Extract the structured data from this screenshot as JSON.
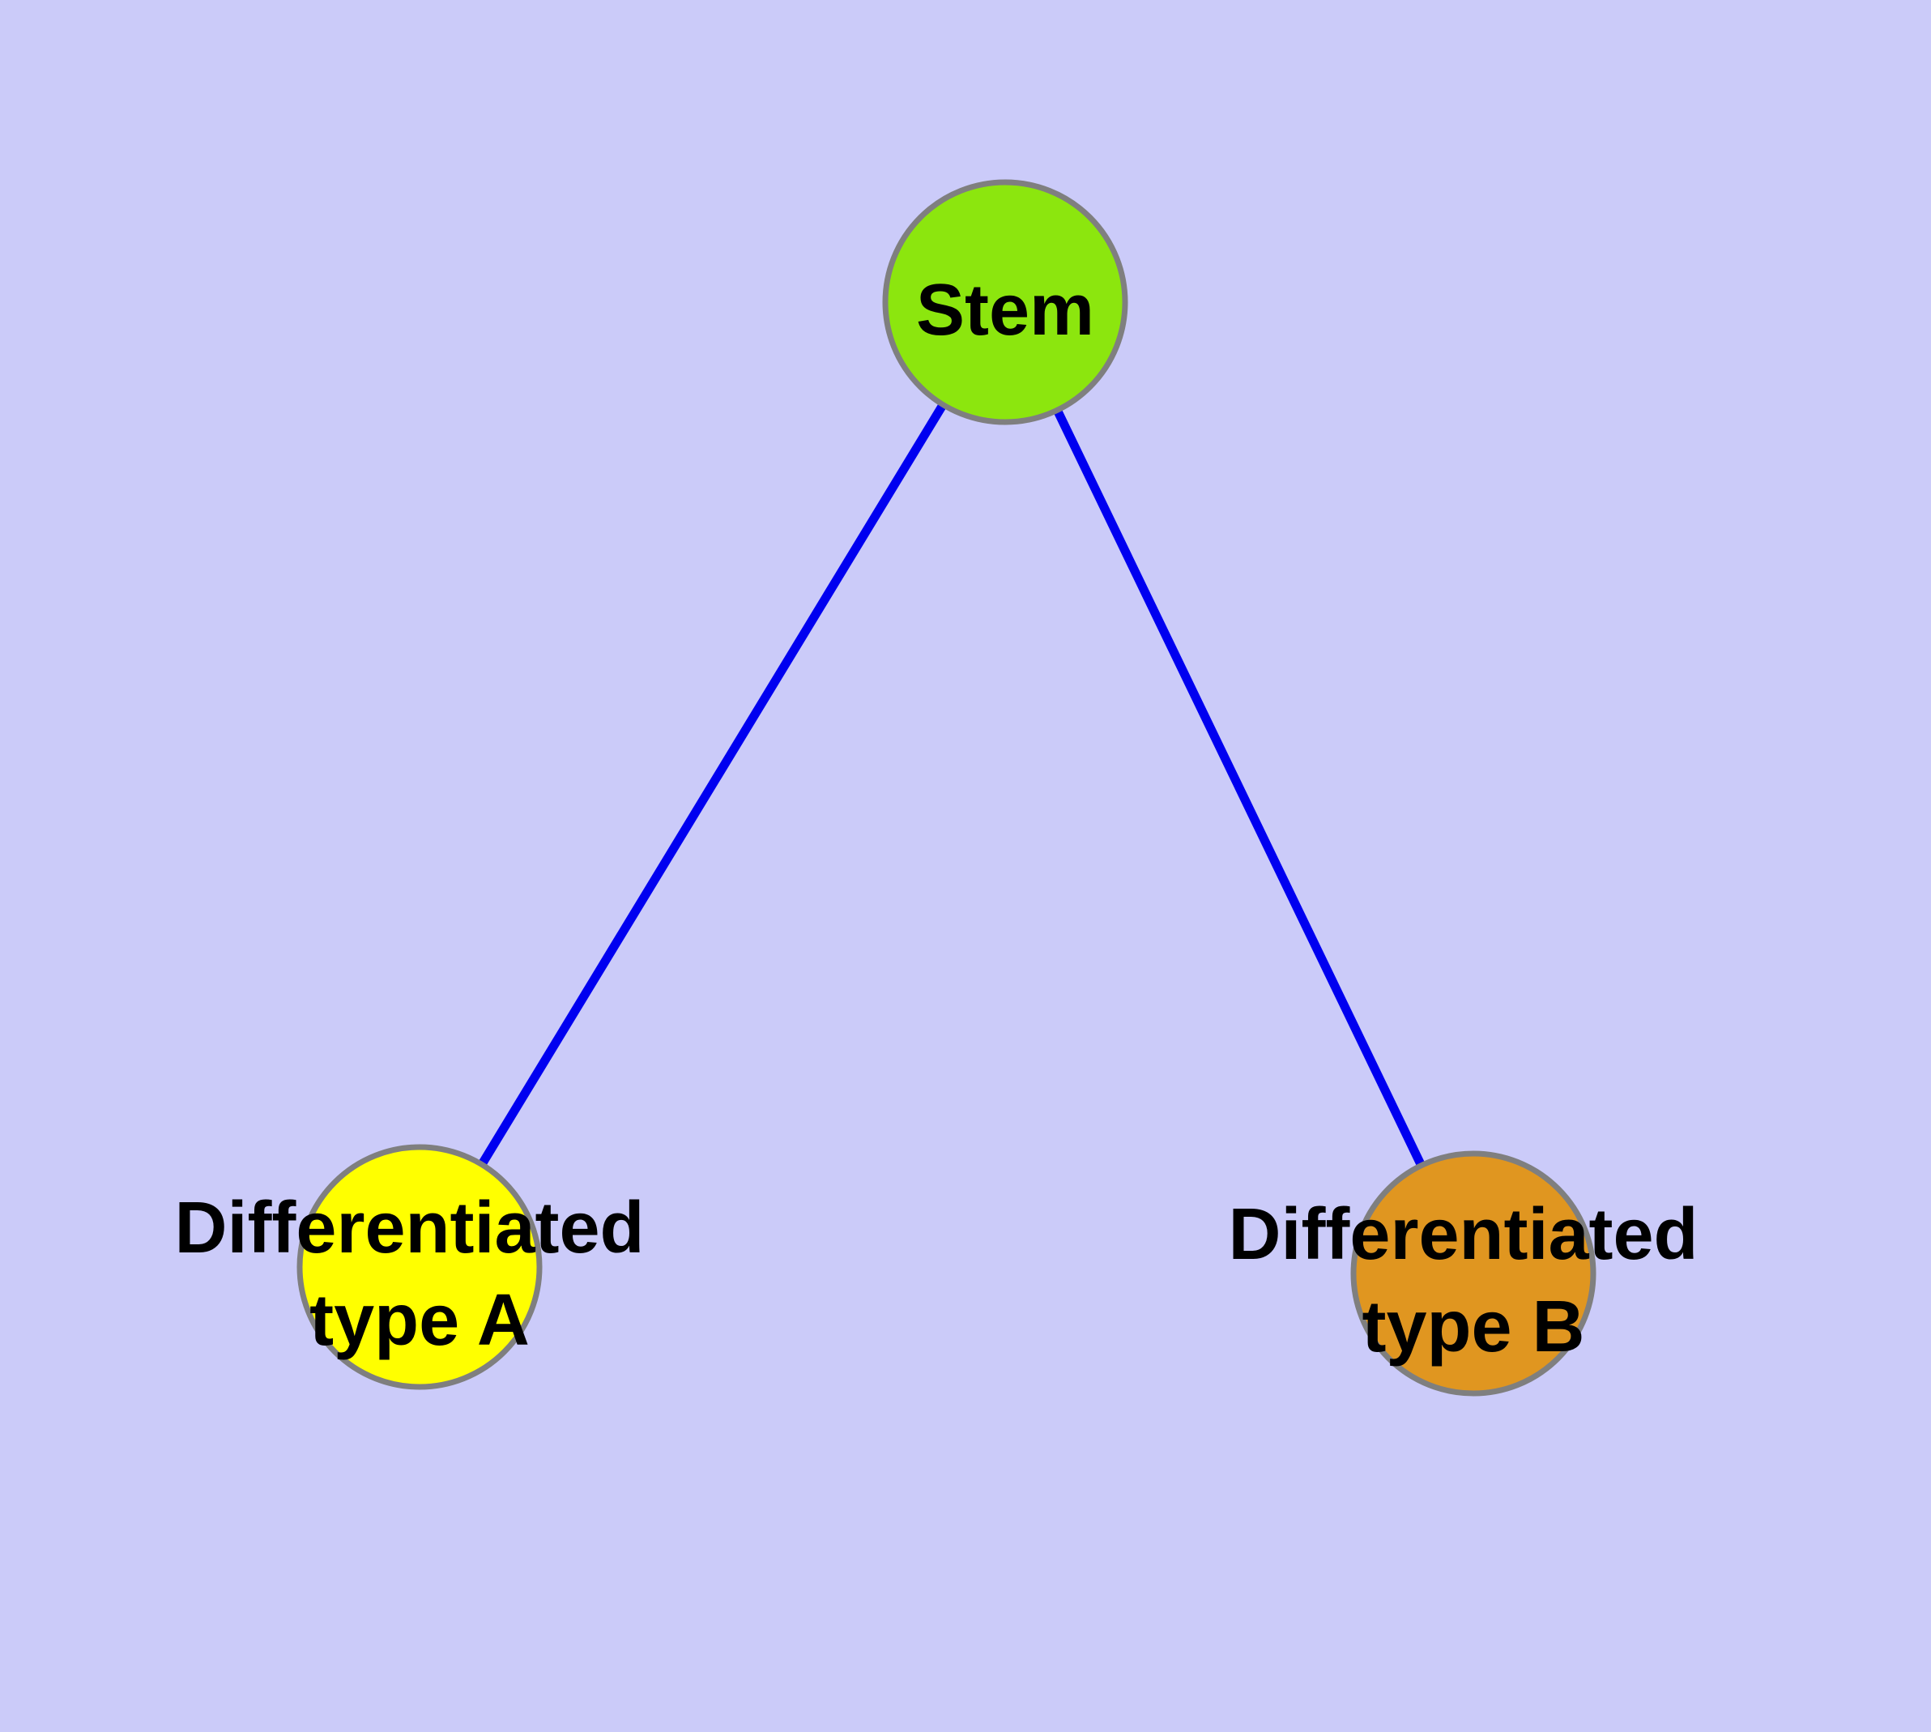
{
  "diagram": {
    "type": "node-link-graph",
    "colors": {
      "background": "#cbcbf9",
      "edge": "#0000f0",
      "node_border": "#7f7f7f",
      "label": "#000000"
    },
    "nodes": [
      {
        "id": "stem",
        "label": "Stem",
        "lines": [
          "Stem"
        ],
        "fill": "#8ce60e"
      },
      {
        "id": "differentiated-type-a",
        "label": "Differentiated type A",
        "lines": [
          "Differentiated",
          "type A"
        ],
        "fill": "#ffff00"
      },
      {
        "id": "differentiated-type-b",
        "label": "Differentiated type B",
        "lines": [
          "Differentiated",
          "type B"
        ],
        "fill": "#e09620"
      }
    ],
    "edges": [
      {
        "from": "Stem",
        "to": "Differentiated type A"
      },
      {
        "from": "Stem",
        "to": "Differentiated type B"
      }
    ]
  }
}
